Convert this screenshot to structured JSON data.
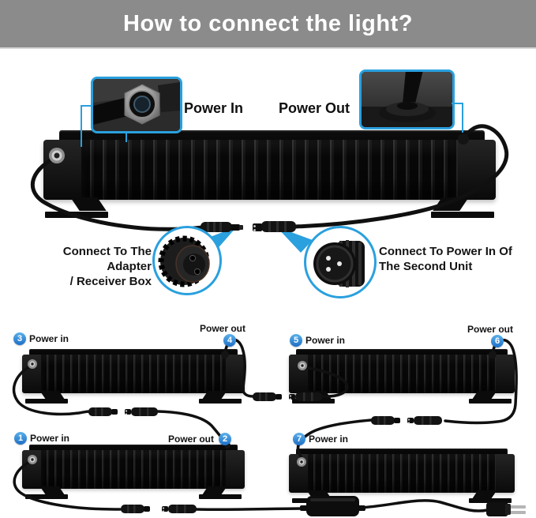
{
  "colors": {
    "accent": "#2AA0DE",
    "header_bg": "#8B8B8B",
    "badge_blue": "#2E86D9",
    "cable": "#101010"
  },
  "header": {
    "title": "How to connect the light?"
  },
  "top_callouts": {
    "power_in": {
      "label": "Power In"
    },
    "power_out": {
      "label": "Power Out"
    }
  },
  "middle": {
    "left_note": {
      "line1": "Connect To The Adapter",
      "line2": "/ Receiver Box"
    },
    "right_note": {
      "line1": "Connect To Power In Of",
      "line2": "The Second Unit"
    }
  },
  "sequence": {
    "badges": [
      {
        "num": "3",
        "label": "Power in"
      },
      {
        "num": "4",
        "label": "Power out"
      },
      {
        "num": "5",
        "label": "Power in"
      },
      {
        "num": "6",
        "label": "Power out"
      },
      {
        "num": "1",
        "label": "Power in"
      },
      {
        "num": "2",
        "label": "Power out"
      },
      {
        "num": "7",
        "label": "Power in"
      }
    ]
  }
}
